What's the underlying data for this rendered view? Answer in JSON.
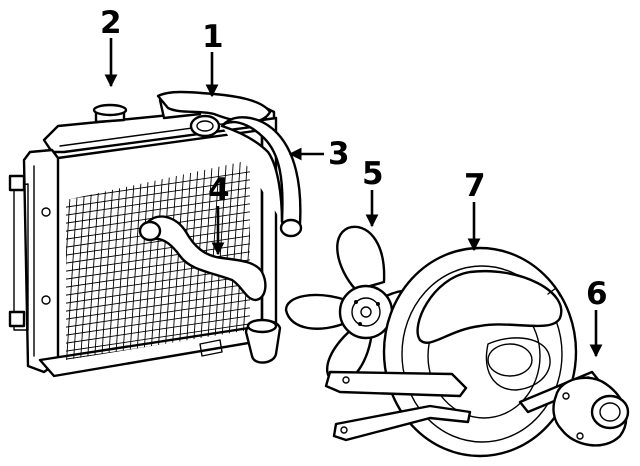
{
  "diagram": {
    "parts": [
      {
        "id": "1",
        "label": "1",
        "part": "radiator-upper-hose"
      },
      {
        "id": "2",
        "label": "2",
        "part": "radiator-cap"
      },
      {
        "id": "3",
        "label": "3",
        "part": "hose"
      },
      {
        "id": "4",
        "label": "4",
        "part": "radiator-lower-hose"
      },
      {
        "id": "5",
        "label": "5",
        "part": "fan-blade"
      },
      {
        "id": "6",
        "label": "6",
        "part": "fan-motor"
      },
      {
        "id": "7",
        "label": "7",
        "part": "fan-shroud"
      }
    ],
    "icons": [
      "radiator-drawing",
      "arrow-icon"
    ],
    "ink_color": "#000000",
    "background_color": "#ffffff"
  }
}
